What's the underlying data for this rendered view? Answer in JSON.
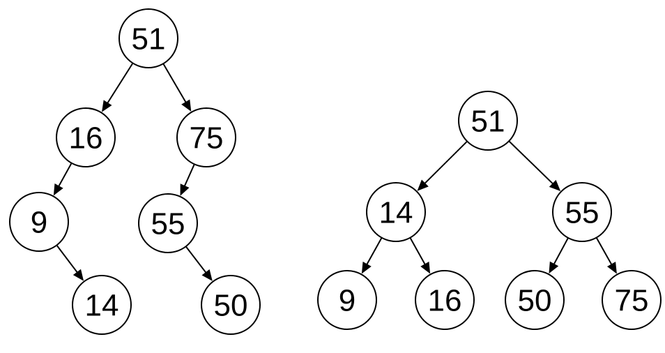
{
  "trees": [
    {
      "nodes": [
        {
          "id": "L51",
          "label": "51"
        },
        {
          "id": "L16",
          "label": "16"
        },
        {
          "id": "L75",
          "label": "75"
        },
        {
          "id": "L9",
          "label": "9"
        },
        {
          "id": "L55",
          "label": "55"
        },
        {
          "id": "L14",
          "label": "14"
        },
        {
          "id": "L50",
          "label": "50"
        }
      ],
      "edges": [
        {
          "from": "L51",
          "to": "L16"
        },
        {
          "from": "L51",
          "to": "L75"
        },
        {
          "from": "L16",
          "to": "L9"
        },
        {
          "from": "L75",
          "to": "L55"
        },
        {
          "from": "L9",
          "to": "L14"
        },
        {
          "from": "L55",
          "to": "L50"
        }
      ]
    },
    {
      "nodes": [
        {
          "id": "R51",
          "label": "51"
        },
        {
          "id": "R14",
          "label": "14"
        },
        {
          "id": "R55",
          "label": "55"
        },
        {
          "id": "R9",
          "label": "9"
        },
        {
          "id": "R16",
          "label": "16"
        },
        {
          "id": "R50",
          "label": "50"
        },
        {
          "id": "R75",
          "label": "75"
        }
      ],
      "edges": [
        {
          "from": "R51",
          "to": "R14"
        },
        {
          "from": "R51",
          "to": "R55"
        },
        {
          "from": "R14",
          "to": "R9"
        },
        {
          "from": "R14",
          "to": "R16"
        },
        {
          "from": "R55",
          "to": "R50"
        },
        {
          "from": "R55",
          "to": "R75"
        }
      ]
    }
  ]
}
